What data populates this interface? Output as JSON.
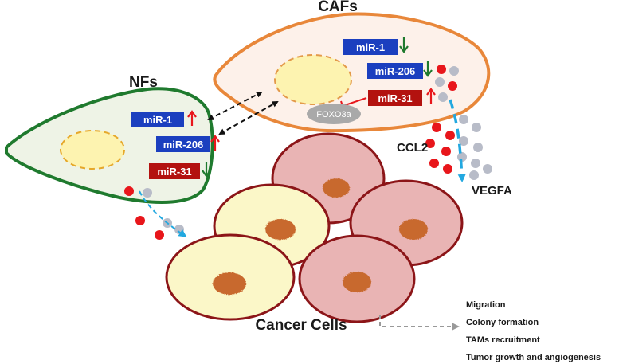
{
  "cells": {
    "cafs_label": "CAFs",
    "nfs_label": "NFs",
    "cancer_label": "Cancer Cells",
    "foxo_label": "FOXO3a"
  },
  "factors": {
    "ccl2": "CCL2",
    "vegfa": "VEGFA"
  },
  "cafs_mirnas": [
    {
      "label": "miR-1",
      "change": "down"
    },
    {
      "label": "miR-206",
      "change": "down"
    },
    {
      "label": "miR-31",
      "change": "up"
    }
  ],
  "nfs_mirnas": [
    {
      "label": "miR-1",
      "change": "up"
    },
    {
      "label": "miR-206",
      "change": "up"
    },
    {
      "label": "miR-31",
      "change": "down"
    }
  ],
  "outcomes": [
    "Migration",
    "Colony formation",
    "TAMs recruitment",
    "Tumor growth and angiogenesis"
  ],
  "colors": {
    "caf_stroke": "#e8873a",
    "caf_fill": "#fdf1ea",
    "nf_stroke": "#1f7a2e",
    "nf_fill": "#eef3e6",
    "nucleus_fill": "#fdf3b0",
    "nucleus_stroke": "#e6a84a",
    "mir_blue": "#1b3fbf",
    "mir_red": "#b3120f",
    "cancer_stroke": "#8c1518",
    "cancer_pink": "#e9b4b4",
    "cancer_yellow": "#fbf7c8",
    "cancer_nucleus": "#c8692e",
    "dot_red": "#e8161b",
    "dot_gray": "#b8bcc8",
    "arrow_cyan": "#22a8e0",
    "arrow_up": "#e8161b",
    "arrow_down": "#1f7a2e"
  }
}
